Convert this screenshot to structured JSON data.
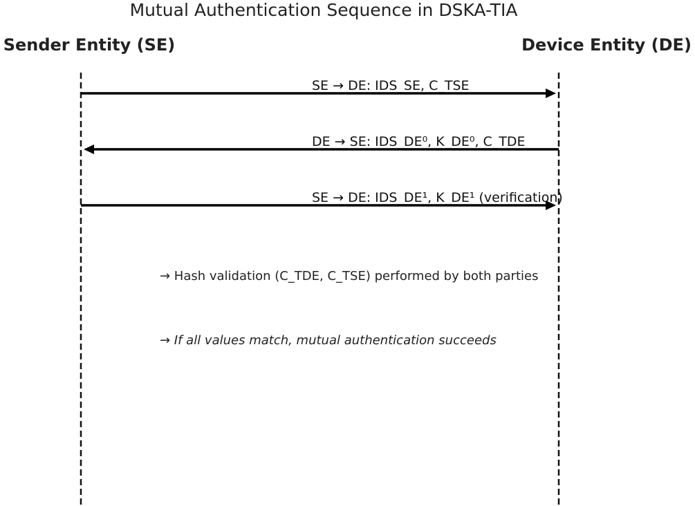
{
  "title": "Mutual Authentication Sequence in DSKA-TIA",
  "actors": [
    {
      "id": "SE",
      "label": "Sender Entity (SE)"
    },
    {
      "id": "DE",
      "label": "Device Entity (DE)"
    }
  ],
  "messages": [
    {
      "from": "SE",
      "to": "DE",
      "label": "SE → DE: IDS_SE, C_TSE"
    },
    {
      "from": "DE",
      "to": "SE",
      "label": "DE → SE: IDS_DE⁰, K_DE⁰, C_TDE"
    },
    {
      "from": "SE",
      "to": "DE",
      "label": "SE → DE: IDS_DE¹, K_DE¹ (verification)"
    }
  ],
  "notes": [
    {
      "text": "→ Hash validation (C_TDE, C_TSE) performed by both parties",
      "italic": false
    },
    {
      "text": "→ If all values match, mutual authentication succeeds",
      "italic": true
    }
  ],
  "colors": {
    "line": "#000000",
    "text": "#222222"
  }
}
